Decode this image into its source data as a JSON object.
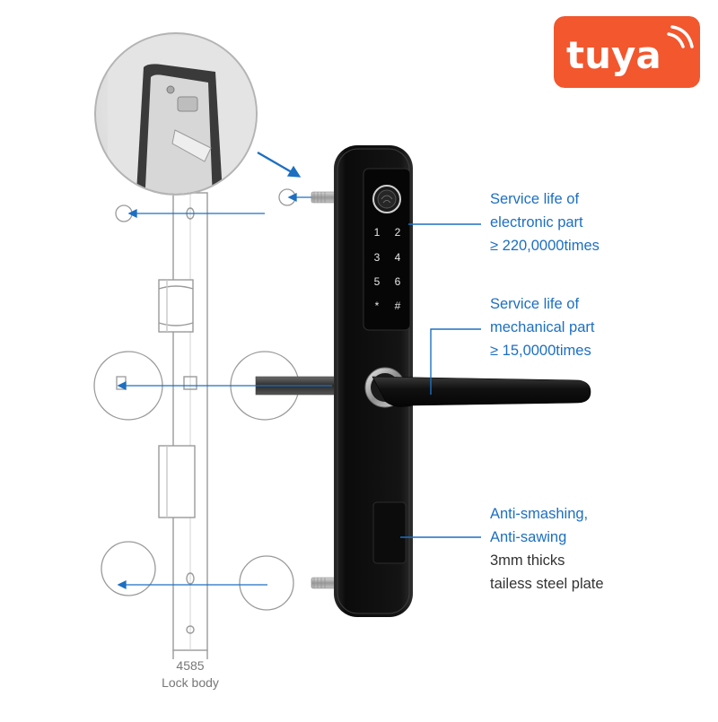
{
  "brand": {
    "logo_text": "tuya",
    "background_color": "#f2572e",
    "text_color": "#ffffff"
  },
  "callouts": {
    "electronic": {
      "line1": "Service life of",
      "line2": "electronic part",
      "line3": "≥ 220,0000times"
    },
    "mechanical": {
      "line1": "Service life of",
      "line2": "mechanical part",
      "line3": "≥ 15,0000times"
    },
    "plate": {
      "line1": "Anti-smashing,",
      "line2": "Anti-sawing",
      "line3": "3mm thicks",
      "line4": "tailess steel plate"
    }
  },
  "keypad": {
    "keys": [
      "1",
      "2",
      "3",
      "4",
      "5",
      "6",
      "*",
      "#"
    ]
  },
  "lock_body": {
    "model": "4585",
    "label": "Lock body"
  },
  "colors": {
    "accent_blue": "#1d6fc2",
    "lock_black": "#111111",
    "diagram_gray": "#9a9a9a",
    "chrome": "#c9c9c9"
  }
}
